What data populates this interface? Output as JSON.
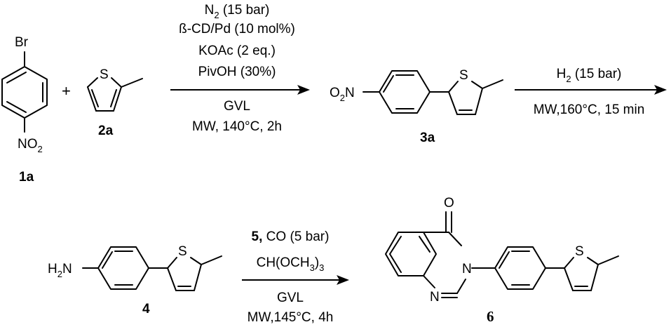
{
  "compounds": {
    "c1a": {
      "label": "1a",
      "atom_top": "Br",
      "atom_bottom": "NO",
      "atom_bottom_sub": "2"
    },
    "c2a": {
      "label": "2a",
      "atom_s": "S"
    },
    "c3a": {
      "label": "3a",
      "atom_left": "O",
      "atom_left_sub": "2",
      "atom_left_n": "N",
      "atom_s": "S"
    },
    "c4": {
      "label": "4",
      "atom_left": "H",
      "atom_left_sub": "2",
      "atom_left_n": "N",
      "atom_s": "S"
    },
    "c6": {
      "label": "6",
      "atom_o": "O",
      "atom_n3": "N",
      "atom_n1": "N",
      "atom_s": "S"
    }
  },
  "plus_sign": "+",
  "step1": {
    "above": [
      {
        "main": "N",
        "sub": "2",
        "rest": " (15 bar)"
      },
      {
        "main": "ß-CD/Pd (10 mol%)"
      },
      {
        "main": "KOAc (2 eq.)"
      },
      {
        "main": "PivOH (30%)"
      }
    ],
    "below": [
      "GVL",
      "MW, 140°C, 2h"
    ]
  },
  "step2": {
    "above": [
      {
        "main": "H",
        "sub": "2",
        "rest": " (15 bar)"
      }
    ],
    "below": [
      "MW,160°C, 15 min"
    ]
  },
  "step3": {
    "above_reagent_bold": "5,",
    "above_reagent_rest": " CO (5 bar)",
    "above_line2_main": "CH(OCH",
    "above_line2_sub": "3",
    "above_line2_end": ")",
    "above_line2_sub2": "3",
    "below": [
      "GVL",
      "MW,145°C, 4h"
    ]
  }
}
